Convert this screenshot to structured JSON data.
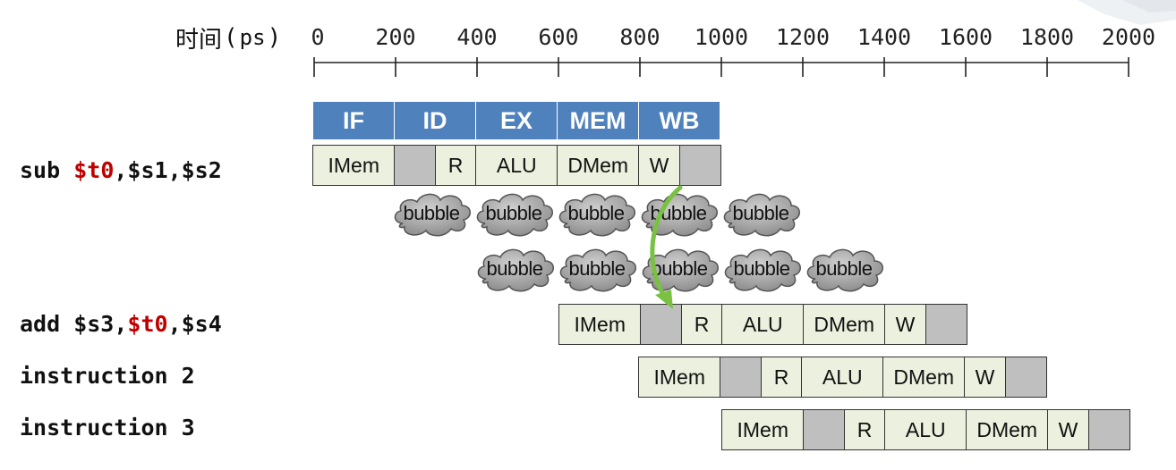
{
  "timeline": {
    "label": "时间",
    "open_paren": "(",
    "unit": "ps",
    "close_paren": ")"
  },
  "ticks": [
    "0",
    "200",
    "400",
    "600",
    "800",
    "1000",
    "1200",
    "1400",
    "1600",
    "1800",
    "2000"
  ],
  "stages": [
    "IF",
    "ID",
    "EX",
    "MEM",
    "WB"
  ],
  "instructions": [
    {
      "parts": [
        "sub ",
        "$t0",
        ",$s1,$s2"
      ]
    },
    {
      "parts": [
        "add $s3,",
        "$t0",
        ",$s4"
      ]
    },
    {
      "text": "instruction 2"
    },
    {
      "text": "instruction 3"
    }
  ],
  "cell_labels": {
    "imem": "IMem",
    "reg": "R",
    "alu": "ALU",
    "dmem": "DMem",
    "write": "W"
  },
  "bubble_text": "bubble",
  "colors": {
    "stage_header": "#4f81bd",
    "cell": "#ebf1de",
    "gray_cell": "#bfbfbf",
    "hazard_register": "#c00000",
    "forward_arrow": "#7ac143",
    "bubble": "#a6a6a6"
  }
}
